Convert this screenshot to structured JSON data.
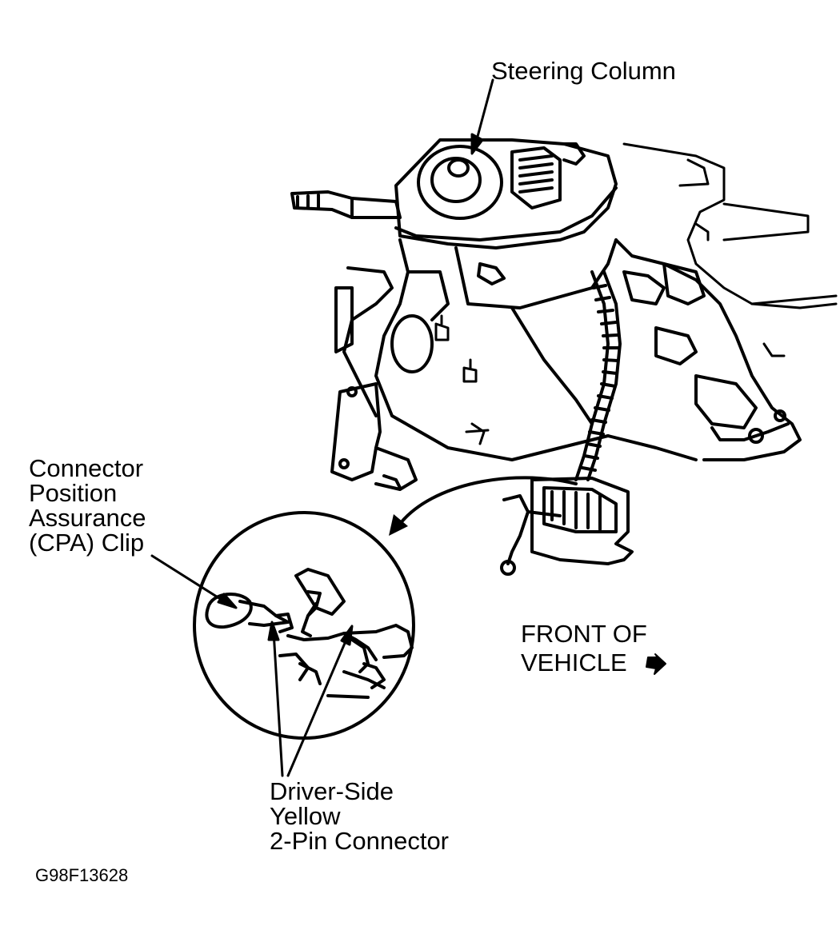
{
  "labels": {
    "steering_column": "Steering Column",
    "cpa_clip": [
      "Connector",
      "Position",
      "Assurance",
      "(CPA) Clip"
    ],
    "front_of_vehicle": [
      "FRONT OF",
      "VEHICLE"
    ],
    "connector": [
      "Driver-Side",
      "Yellow",
      "2-Pin Connector"
    ],
    "figure_id": "G98F13628"
  },
  "colors": {
    "ink": "#000000",
    "paper": "#ffffff"
  },
  "icons": {
    "front_arrow": "arrow-right-down-icon"
  }
}
